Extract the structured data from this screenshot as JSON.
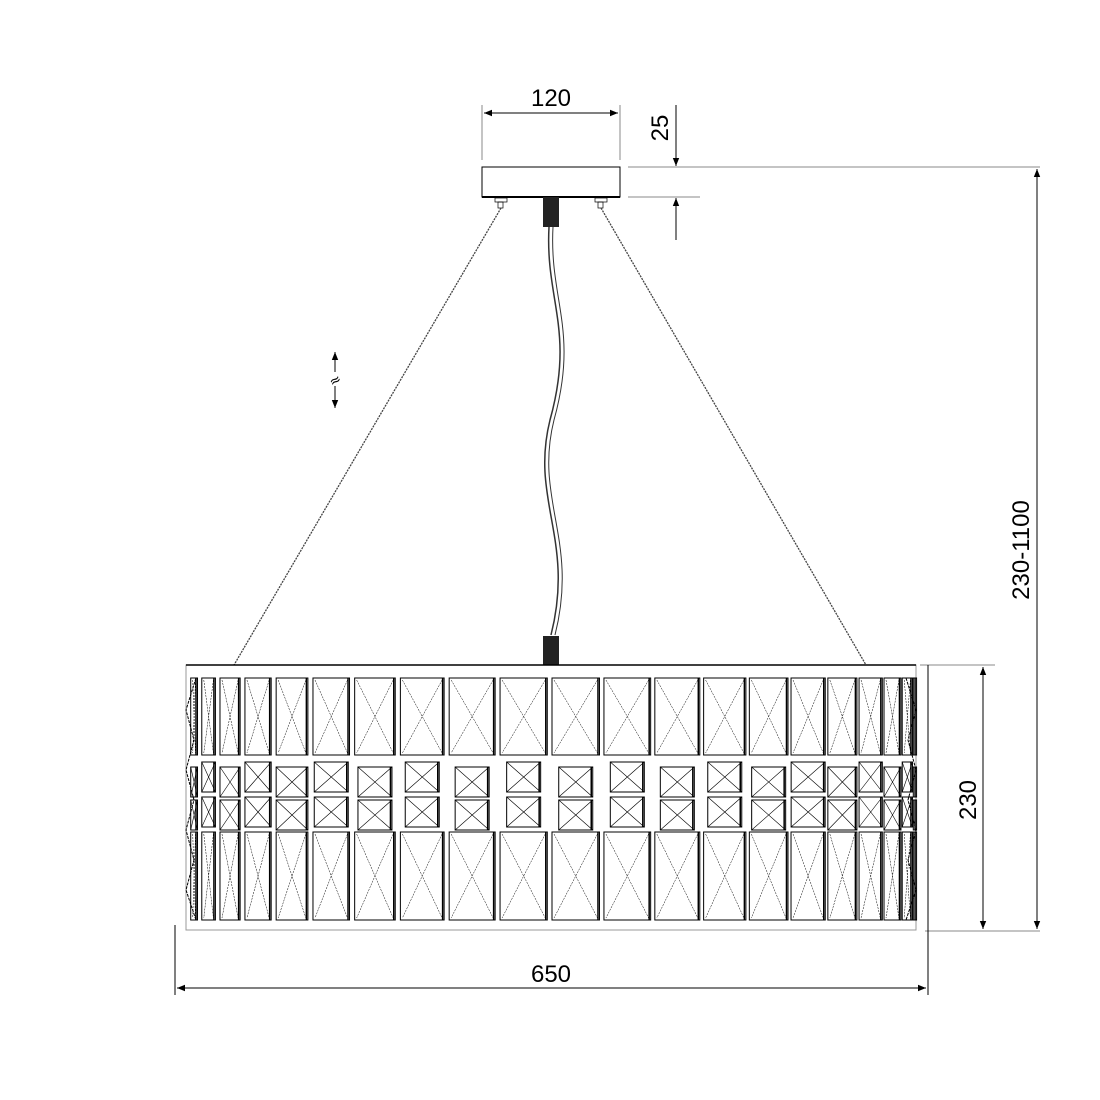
{
  "drawing": {
    "title": "Pendant chandelier dimensions",
    "dimensions": {
      "canopy_width": "120",
      "canopy_height": "25",
      "total_height": "230-1100",
      "shade_height": "230",
      "shade_diameter": "650"
    },
    "adjustable_symbol": "≈",
    "colors": {
      "line": "#000000",
      "extension": "#888888",
      "background": "#ffffff"
    }
  }
}
